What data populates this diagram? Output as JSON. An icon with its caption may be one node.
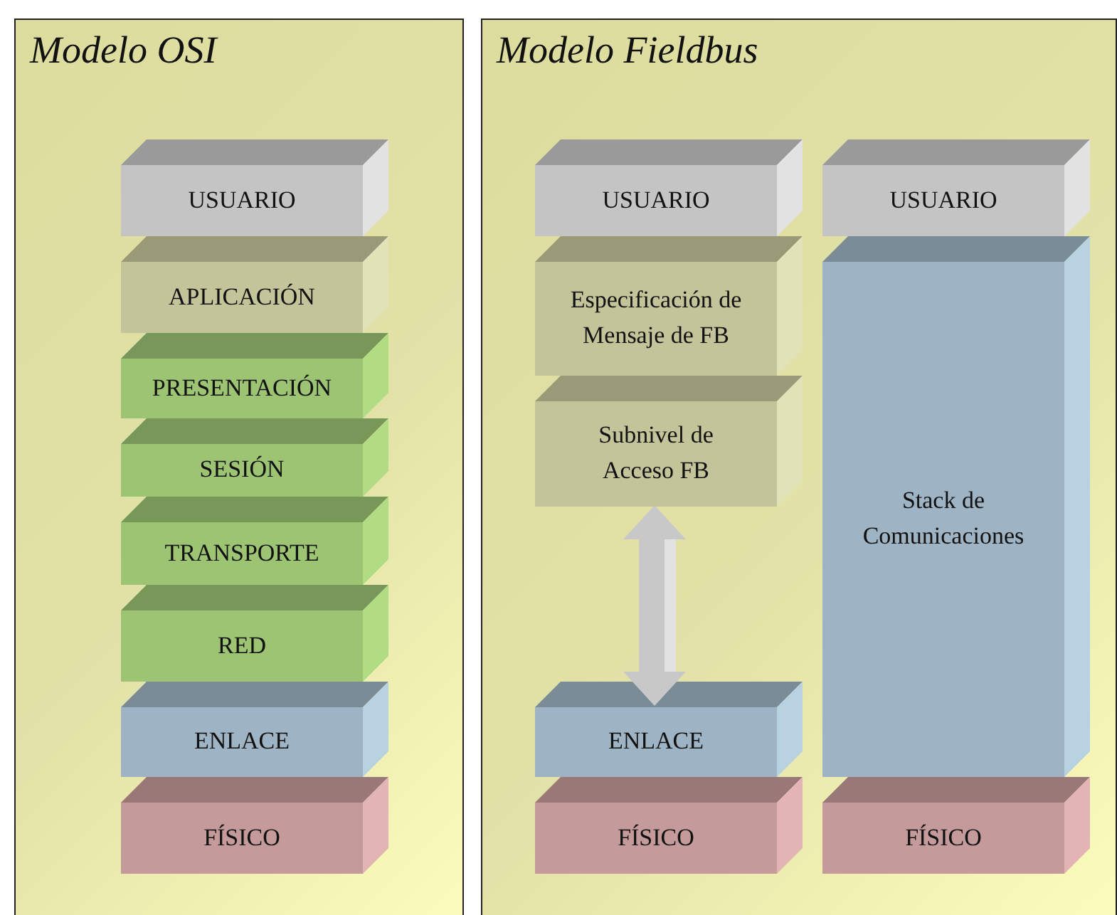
{
  "diagram": {
    "nodes": [
      {
        "text": [
          "Modelo OSI"
        ]
      },
      {
        "text": [
          "USUARIO"
        ],
        "in": 0
      },
      {
        "text": [
          "APLICACIÓN"
        ],
        "in": 0
      },
      {
        "text": [
          "PRESENTACIÓN"
        ],
        "in": 0
      },
      {
        "text": [
          "SESIÓN"
        ],
        "in": 0
      },
      {
        "text": [
          "TRANSPORTE"
        ],
        "in": 0
      },
      {
        "text": [
          "RED"
        ],
        "in": 0
      },
      {
        "text": [
          "ENLACE"
        ],
        "in": 0
      },
      {
        "text": [
          "FÍSICO"
        ],
        "in": 0
      },
      {
        "text": [
          "Modelo Fieldbus"
        ]
      },
      {
        "text": [
          "USUARIO"
        ],
        "in": 9
      },
      {
        "text": [
          "Especificación de Mensaje de FB"
        ],
        "in": 9
      },
      {
        "text": [
          "Subnivel de Acceso FB"
        ],
        "in": 9
      },
      {
        "text": [
          "ENLACE"
        ],
        "in": 9
      },
      {
        "text": [
          "FÍSICO"
        ],
        "in": 9
      },
      {
        "text": [
          "USUARIO"
        ],
        "in": 9
      },
      {
        "text": [
          "Stack de Comunicaciones"
        ],
        "in": 9
      },
      {
        "text": [
          "FÍSICO"
        ],
        "in": 9
      }
    ],
    "edges": [
      {
        "from": 12,
        "to": 13,
        "arrow": "both"
      }
    ]
  }
}
